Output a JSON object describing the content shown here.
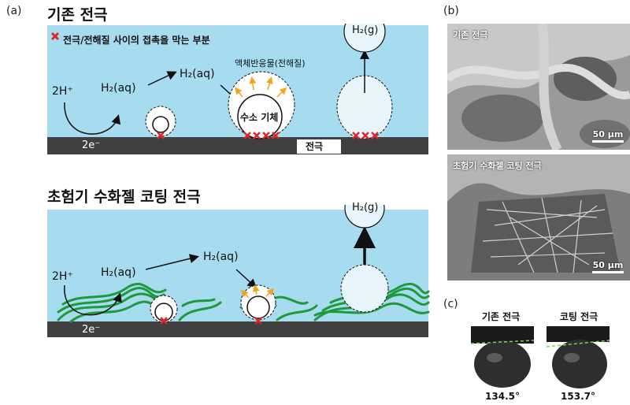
{
  "panel_labels": {
    "a": "(a)",
    "b": "(b)",
    "c": "(c)"
  },
  "section_top": {
    "title": "기존 전극",
    "legend_text": "전극/전해질 사이의 접촉을 막는 부분",
    "electrolyte_label": "액체반응물(전해질)",
    "h2_gas_label": "수소 기체",
    "electrode_label": "전극",
    "proton": "2H⁺",
    "electrons": "2e⁻",
    "h2aq_1": "H₂(aq)",
    "h2aq_2": "H₂(aq)",
    "h2g": "H₂(g)"
  },
  "section_bottom": {
    "title": "초험기 수화젤 코팅 전극",
    "proton": "2H⁺",
    "electrons": "2e⁻",
    "h2aq_1": "H₂(aq)",
    "h2aq_2": "H₂(aq)",
    "h2g": "H₂(g)"
  },
  "sem": {
    "top_caption": "기존 전극",
    "bottom_caption": "초험기 수화젤 코팅 전극",
    "scale_top": "50 μm",
    "scale_bottom": "50 μm"
  },
  "contact_angle": {
    "left_title": "기존 전극",
    "right_title": "코팅 전극",
    "left_angle": "134.5°",
    "right_angle": "153.7°"
  },
  "colors": {
    "electrolyte": "#a6dbf0",
    "electrode": "#404040",
    "hydrogel": "#1f9a3a",
    "blocking_mark": "#e0262c",
    "arrow_orange": "#f2a51a"
  }
}
